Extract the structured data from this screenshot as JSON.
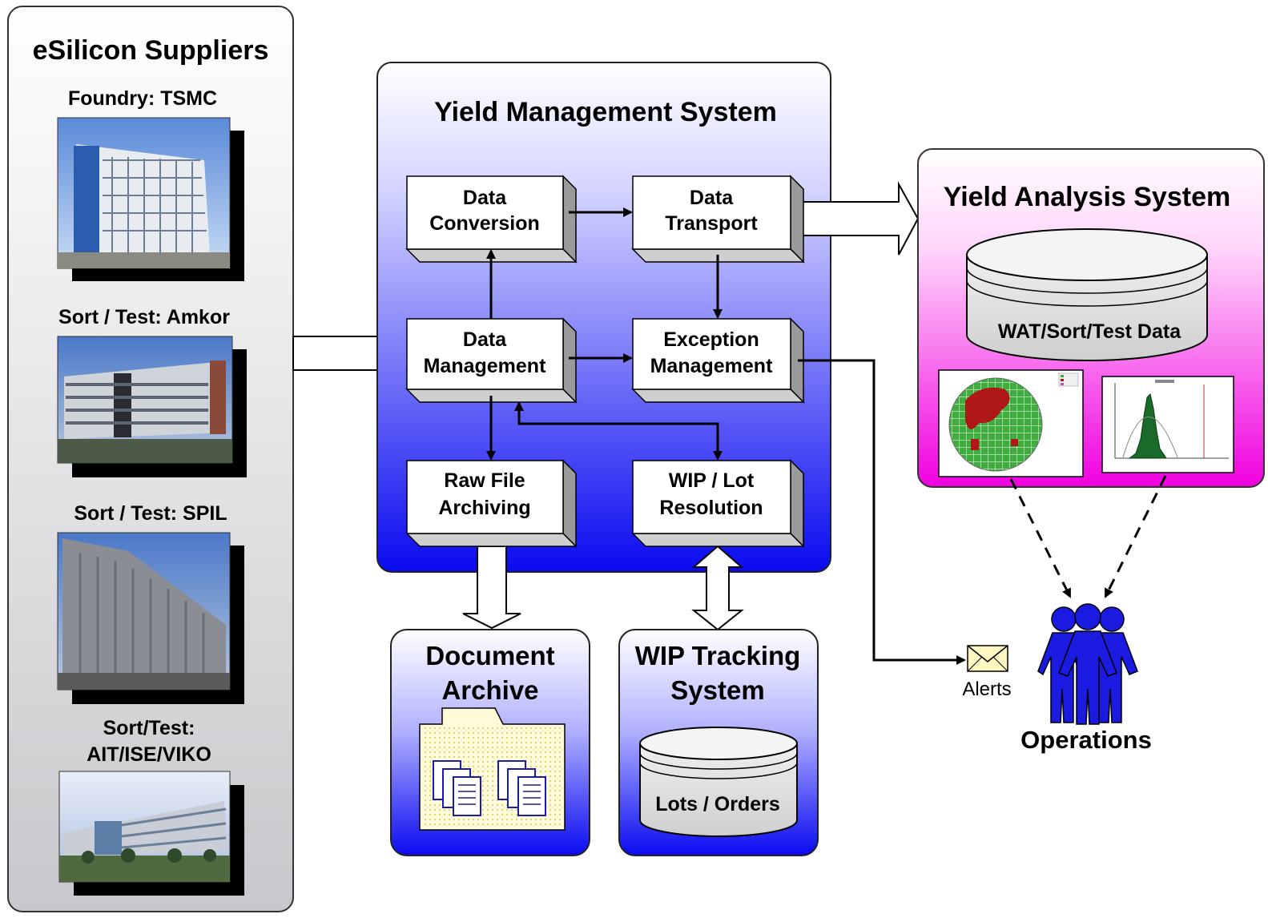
{
  "suppliers": {
    "title": "eSilicon Suppliers",
    "items": [
      {
        "lines": [
          "Foundry:  TSMC"
        ],
        "photo": "foundry-building-photo"
      },
      {
        "lines": [
          "Sort / Test:  Amkor"
        ],
        "photo": "amkor-building-photo"
      },
      {
        "lines": [
          "Sort / Test:  SPIL"
        ],
        "photo": "spil-building-photo"
      },
      {
        "lines": [
          "Sort/Test:",
          "AIT/ISE/VIKO"
        ],
        "photo": "ait-building-photo"
      }
    ]
  },
  "yms": {
    "title": "Yield Management System",
    "boxes": {
      "data_conversion": [
        "Data",
        "Conversion"
      ],
      "data_transport": [
        "Data",
        "Transport"
      ],
      "data_management": [
        "Data",
        "Management"
      ],
      "exception_management": [
        "Exception",
        "Management"
      ],
      "raw_file_archiving": [
        "Raw File",
        "Archiving"
      ],
      "wip_lot_resolution": [
        "WIP  / Lot",
        "Resolution"
      ]
    }
  },
  "yas": {
    "title": "Yield Analysis System",
    "database": "WAT/Sort/Test Data",
    "charts": [
      "wafer-map-thumbnail",
      "histogram-thumbnail"
    ]
  },
  "document_archive": {
    "title_lines": [
      "Document",
      "Archive"
    ],
    "icon": "folder-icon"
  },
  "wip_tracking": {
    "title_lines": [
      "WIP Tracking",
      "System"
    ],
    "database": "Lots / Orders"
  },
  "alerts": {
    "label": "Alerts",
    "icon": "envelope-icon"
  },
  "operations": {
    "label": "Operations",
    "icon": "people-icon"
  },
  "colors": {
    "yms_gradient_top": "#ffffff",
    "yms_gradient_bottom": "#1010f0",
    "yas_gradient_bottom": "#f010e0",
    "suppliers_panel": "#e0e0e4",
    "people": "#1a1ae0",
    "envelope": "#fff8c0"
  }
}
